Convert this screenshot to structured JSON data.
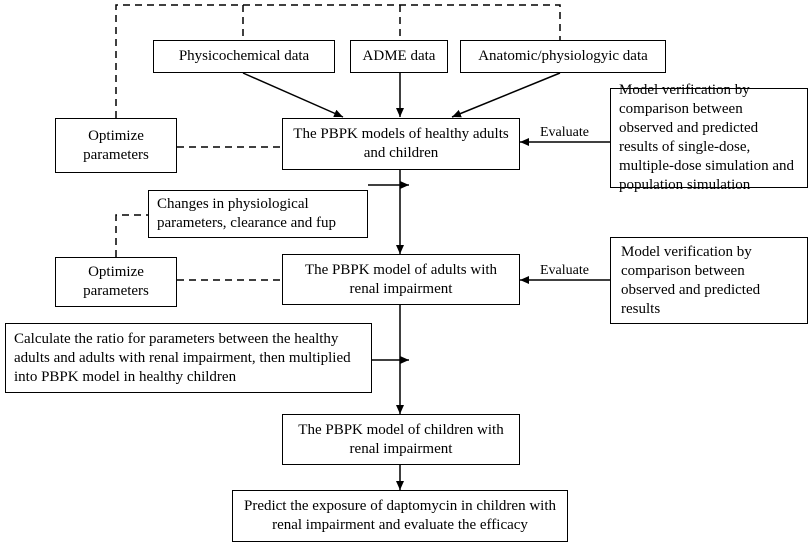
{
  "boxes": {
    "physicochemical": "Physicochemical data",
    "adme": "ADME data",
    "anatomic": "Anatomic/physiologyic data",
    "optimize_1": "Optimize parameters",
    "healthy_model": "The PBPK models of healthy adults and children",
    "verification_1": "Model verification by comparison between observed and predicted results of single-dose, multiple-dose simulation and population simulation",
    "changes": "Changes in physiological parameters, clearance and fup",
    "optimize_2": "Optimize parameters",
    "renal_adult_model": "The PBPK model of adults with renal impairment",
    "verification_2": "Model verification by comparison between observed and predicted results",
    "ratio": "Calculate the ratio for parameters between the healthy adults and adults with renal impairment, then multiplied into PBPK model in healthy children",
    "renal_child_model": "The PBPK model of children with renal impairment",
    "predict": "Predict the exposure of daptomycin in children with renal impairment and evaluate the efficacy"
  },
  "labels": {
    "evaluate_1": "Evaluate",
    "evaluate_2": "Evaluate"
  }
}
